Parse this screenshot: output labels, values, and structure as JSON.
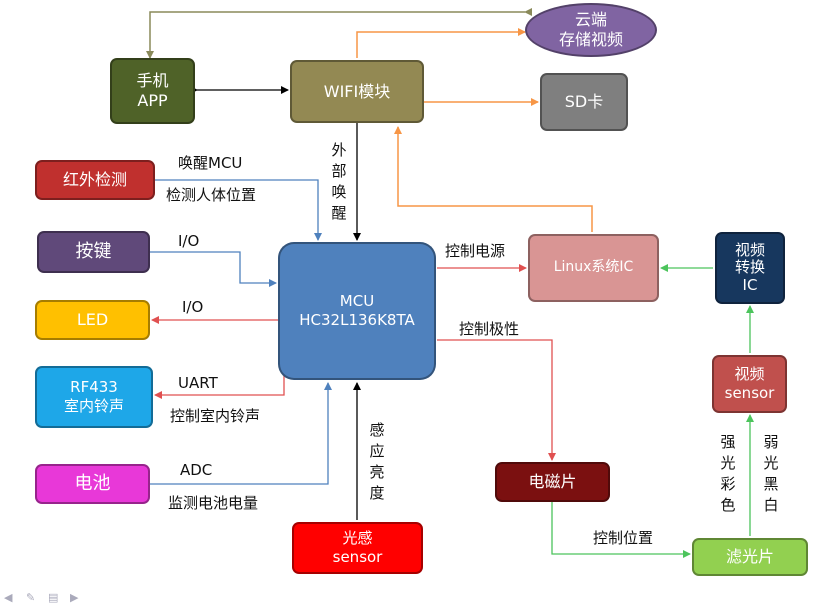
{
  "nodes": {
    "phone_app": {
      "lines": [
        "手机",
        "APP"
      ],
      "color": "#4f6228"
    },
    "wifi": {
      "lines": [
        "WIFI模块"
      ],
      "color": "#938953"
    },
    "cloud": {
      "lines": [
        "云端",
        "存储视频"
      ],
      "color": "#8064a2"
    },
    "sd": {
      "lines": [
        "SD卡"
      ],
      "color": "#7f7f7f"
    },
    "infrared": {
      "lines": [
        "红外检测"
      ],
      "color": "#c0302e"
    },
    "keys": {
      "lines": [
        "按键"
      ],
      "color": "#60497a"
    },
    "led": {
      "lines": [
        "LED"
      ],
      "color": "#ffc000"
    },
    "rf433": {
      "lines": [
        "RF433",
        "室内铃声"
      ],
      "color": "#1ea7e8"
    },
    "battery": {
      "lines": [
        "电池"
      ],
      "color": "#e838d8"
    },
    "mcu": {
      "lines": [
        "MCU",
        "HC32L136K8TA"
      ],
      "color": "#4f81bd"
    },
    "linux": {
      "lines": [
        "Linux系统IC"
      ],
      "color": "#d99594"
    },
    "video_ic": {
      "lines": [
        "视频",
        "转换",
        "IC"
      ],
      "color": "#17375e"
    },
    "video_sensor": {
      "lines": [
        "视频",
        "sensor"
      ],
      "color": "#c0504d"
    },
    "light_sensor": {
      "lines": [
        "光感",
        "sensor"
      ],
      "color": "#ff0000"
    },
    "solenoid": {
      "lines": [
        "电磁片"
      ],
      "color": "#7b1010"
    },
    "filter": {
      "lines": [
        "滤光片"
      ],
      "color": "#92d050"
    }
  },
  "labels": {
    "wake_mcu": "唤醒MCU",
    "detect_body": "检测人体位置",
    "io_keys": "I/O",
    "io_led": "I/O",
    "uart": "UART",
    "ctrl_ringtone": "控制室内铃声",
    "adc": "ADC",
    "monitor_battery": "监测电池电量",
    "ctrl_power": "控制电源",
    "ctrl_polarity": "控制极性",
    "ctrl_position": "控制位置",
    "external_wake": [
      "外",
      "部",
      "唤",
      "醒"
    ],
    "sense_brightness": [
      "感",
      "应",
      "亮",
      "度"
    ],
    "strong_light_color": [
      "强",
      "光",
      "彩",
      "色"
    ],
    "weak_light_bw": [
      "弱",
      "光",
      "黑",
      "白"
    ]
  },
  "wire_colors": {
    "black": "#000000",
    "gray": "#8a8a5a",
    "orange": "#f79646",
    "blue": "#4f81bd",
    "red": "#e05050",
    "green": "#4cc45c"
  },
  "footer_icons": [
    "arrow-left-icon",
    "pen-icon",
    "slides-icon",
    "arrow-right-icon"
  ]
}
